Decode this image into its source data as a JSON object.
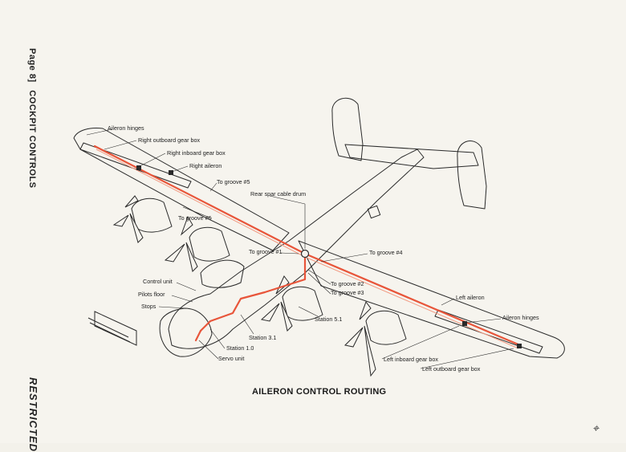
{
  "header": {
    "page_label": "Page 8]",
    "section": "COCKPIT CONTROLS"
  },
  "footer": {
    "classification": "RESTRICTED"
  },
  "caption": "AILERON CONTROL ROUTING",
  "labels": {
    "aileron_hinges_right": "Aileron hinges",
    "right_outboard_gear_box": "Right outboard gear box",
    "right_inboard_gear_box": "Right inboard gear box",
    "right_aileron": "Right aileron",
    "to_groove_5": "To groove #5",
    "rear_spar_cable_drum": "Rear spar cable drum",
    "to_groove_6": "To groove #6",
    "to_groove_1": "To groove #1",
    "to_groove_4": "To groove #4",
    "to_groove_2": "To groove #2",
    "to_groove_3": "To groove #3",
    "control_unit": "Control unit",
    "pilots_floor": "Pilots floor",
    "stops": "Stops",
    "left_aileron": "Left aileron",
    "aileron_hinges_left": "Aileron hinges",
    "station_3_1": "Station 3.1",
    "station_5_1": "Station 5.1",
    "station_1_0": "Station 1.0",
    "servo_unit": "Servo unit",
    "left_inboard_gear_box": "Left inboard gear box",
    "left_outboard_gear_box": "Left outboard gear box"
  },
  "colors": {
    "cable": "#e8553a",
    "outline": "#2a2a2a",
    "paper": "#f6f4ee"
  }
}
